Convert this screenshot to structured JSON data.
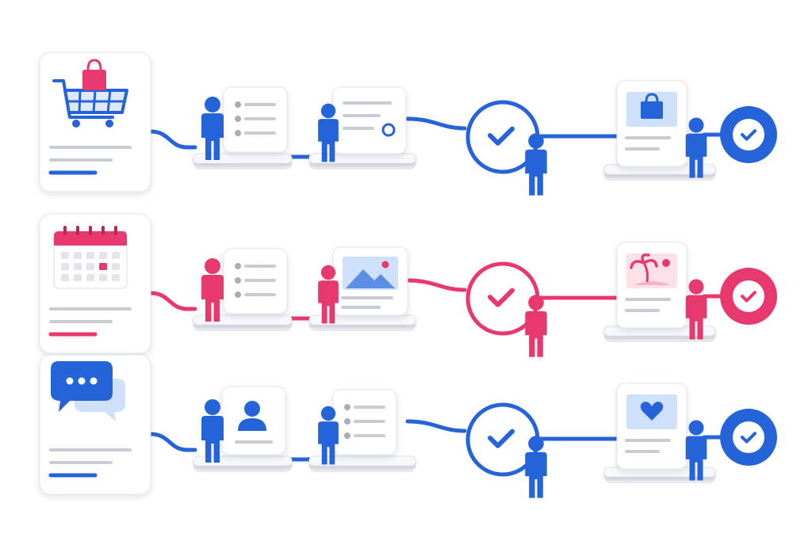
{
  "colors": {
    "blue": "#2563d8",
    "pink": "#e8396f",
    "card": "#ffffff",
    "card_border": "#e4e7ee",
    "placeholder_line": "#c9ccd3",
    "placeholder_dot": "#a9adb6",
    "tint_blue": "#cfe0fb",
    "tint_pink": "#fde1e8"
  },
  "flows": [
    {
      "id": "shopping",
      "color": "blue",
      "start_icon": "shopping-cart-icon",
      "steps": [
        {
          "type": "person-with-list-card"
        },
        {
          "type": "person-with-form-card"
        },
        {
          "type": "check-circle-with-person"
        },
        {
          "type": "person-with-product-card",
          "card_icon": "shopping-bag-icon"
        },
        {
          "type": "check-badge"
        }
      ]
    },
    {
      "id": "booking",
      "color": "pink",
      "start_icon": "calendar-icon",
      "steps": [
        {
          "type": "person-with-list-card"
        },
        {
          "type": "person-with-image-card",
          "card_icon": "mountain-image-icon"
        },
        {
          "type": "check-circle-with-person"
        },
        {
          "type": "person-with-product-card",
          "card_icon": "palm-tree-icon"
        },
        {
          "type": "check-badge"
        }
      ]
    },
    {
      "id": "messaging",
      "color": "blue",
      "start_icon": "chat-bubbles-icon",
      "steps": [
        {
          "type": "person-with-profile-card",
          "card_icon": "user-profile-icon"
        },
        {
          "type": "person-with-list-card"
        },
        {
          "type": "check-circle-with-person"
        },
        {
          "type": "person-with-product-card",
          "card_icon": "heart-icon"
        },
        {
          "type": "check-badge"
        }
      ]
    }
  ]
}
